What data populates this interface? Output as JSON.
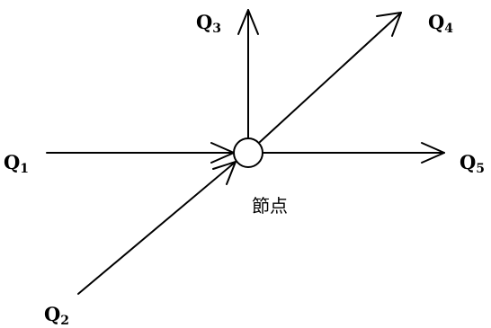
{
  "node": {
    "label": "節点"
  },
  "flows": [
    {
      "id": "q1",
      "symbol": "Q",
      "index": "1",
      "direction": "in"
    },
    {
      "id": "q2",
      "symbol": "Q",
      "index": "2",
      "direction": "in"
    },
    {
      "id": "q3",
      "symbol": "Q",
      "index": "3",
      "direction": "out"
    },
    {
      "id": "q4",
      "symbol": "Q",
      "index": "4",
      "direction": "out"
    },
    {
      "id": "q5",
      "symbol": "Q",
      "index": "5",
      "direction": "out"
    }
  ]
}
